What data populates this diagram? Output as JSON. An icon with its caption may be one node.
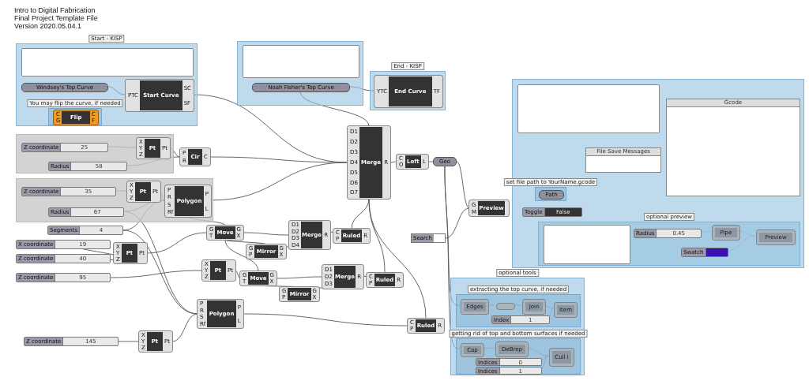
{
  "diagram": {
    "nodes": [
      {
        "text": [
          "Start - KISP"
        ]
      },
      {
        "text": [],
        "shape": "box",
        "in": 0
      },
      {
        "text": [
          "Windsey's Top Curve"
        ],
        "in": 0
      },
      {
        "text": [
          "PTC",
          "Start Curve",
          "SC",
          "SF"
        ],
        "in": 0
      },
      {
        "text": [
          "You may flip the curve, if needed"
        ],
        "in": 0
      },
      {
        "text": [
          "C",
          "G",
          "Flip",
          "C",
          "F"
        ],
        "in": 4
      },
      {
        "text": [],
        "shape": "box"
      },
      {
        "text": [],
        "shape": "box",
        "in": 6
      },
      {
        "text": [
          "Noah Fisher's Top Curve"
        ],
        "in": 6
      },
      {
        "text": [
          "End - KISP"
        ]
      },
      {
        "text": [
          "YTC",
          "End Curve",
          "TF"
        ],
        "in": 9
      },
      {
        "text": [],
        "shape": "box"
      },
      {
        "text": [
          "X",
          "Y",
          "Z",
          "Pt",
          "Pt"
        ],
        "in": 11
      },
      {
        "text": [
          "Z coordinate",
          "25"
        ],
        "in": 11
      },
      {
        "text": [
          "Radius",
          "58"
        ],
        "in": 11
      },
      {
        "text": [
          "P",
          "R",
          "Cir",
          "C"
        ]
      },
      {
        "text": [],
        "shape": "box"
      },
      {
        "text": [
          "X",
          "Y",
          "Z",
          "Pt",
          "Pt"
        ],
        "in": 16
      },
      {
        "text": [
          "Z coordinate",
          "35"
        ],
        "in": 16
      },
      {
        "text": [
          "Radius",
          "67"
        ],
        "in": 16
      },
      {
        "text": [
          "P",
          "R",
          "S",
          "Rf",
          "Polygon",
          "P",
          "L"
        ],
        "in": 16
      },
      {
        "text": [
          "Segments",
          "4"
        ]
      },
      {
        "text": [
          "X coordinate",
          "19"
        ]
      },
      {
        "text": [
          "Z coordinate",
          "40"
        ]
      },
      {
        "text": [
          "X",
          "Y",
          "Z",
          "Pt",
          "Pt"
        ]
      },
      {
        "text": [
          "Z coordinate",
          "95"
        ]
      },
      {
        "text": [
          "X",
          "Y",
          "Z",
          "Pt",
          "Pt"
        ]
      },
      {
        "text": [
          "P",
          "R",
          "S",
          "Rf",
          "Polygon",
          "P",
          "L"
        ]
      },
      {
        "text": [
          "Z coordinate",
          "145"
        ]
      },
      {
        "text": [
          "G",
          "T",
          "Move",
          "G",
          "X"
        ]
      },
      {
        "text": [
          "G",
          "P",
          "Mirror",
          "G",
          "X"
        ]
      },
      {
        "text": [
          "D1",
          "D2",
          "D3",
          "D4",
          "Merge",
          "R"
        ]
      },
      {
        "text": [
          "C",
          "P",
          "Ruled",
          "R"
        ]
      },
      {
        "text": [
          "G",
          "T",
          "Move",
          "G",
          "X"
        ]
      },
      {
        "text": [
          "X",
          "Y",
          "Z",
          "Pt",
          "Pt"
        ]
      },
      {
        "text": [
          "G",
          "P",
          "Mirror",
          "G",
          "X"
        ]
      },
      {
        "text": [
          "D1",
          "D2",
          "D3",
          "Merge",
          "R"
        ]
      },
      {
        "text": [
          "C",
          "P",
          "Ruled",
          "R"
        ]
      },
      {
        "text": [
          "C",
          "P",
          "Ruled",
          "R"
        ]
      },
      {
        "text": [
          "D1",
          "D2",
          "D3",
          "D4",
          "D5",
          "D6",
          "D7",
          "Merge",
          "R"
        ]
      },
      {
        "text": [
          "C",
          "O",
          "Loft",
          "L"
        ]
      },
      {
        "text": [
          "Geo"
        ]
      },
      {
        "text": [
          "Search"
        ]
      },
      {
        "text": [
          "G",
          "M",
          "Preview"
        ]
      },
      {
        "text": [
          "optional tools"
        ]
      },
      {
        "text": [
          "extracting the top curve, if needed"
        ],
        "in": 44
      },
      {
        "text": [
          "Edges"
        ],
        "in": 45
      },
      {
        "text": [],
        "shape": "bar",
        "in": 45
      },
      {
        "text": [
          "Join"
        ],
        "in": 45
      },
      {
        "text": [
          "Item"
        ],
        "in": 45
      },
      {
        "text": [
          "Index",
          "1"
        ],
        "in": 45
      },
      {
        "text": [
          "getting rid of top and bottom surfaces if needed"
        ],
        "in": 44
      },
      {
        "text": [
          "Cap"
        ],
        "in": 51
      },
      {
        "text": [
          "DeBrep"
        ],
        "in": 51
      },
      {
        "text": [
          "Cull i"
        ],
        "in": 51
      },
      {
        "text": [
          "Indices",
          "0"
        ],
        "in": 51
      },
      {
        "text": [
          "Indices",
          "1"
        ],
        "in": 51
      },
      {
        "text": [],
        "shape": "box"
      },
      {
        "text": [],
        "shape": "box",
        "in": 57
      },
      {
        "text": [
          "Gcode"
        ],
        "in": 57
      },
      {
        "text": [
          "File Save Messages"
        ],
        "in": 57
      },
      {
        "text": [
          "set file path to YourName.gcode"
        ],
        "in": 57
      },
      {
        "text": [
          "Path"
        ],
        "in": 61
      },
      {
        "text": [
          "Toggle",
          "False"
        ],
        "in": 57
      },
      {
        "text": [
          "optional preview"
        ],
        "in": 57
      },
      {
        "text": [],
        "shape": "box",
        "in": 64
      },
      {
        "text": [
          "Pipe"
        ],
        "in": 64
      },
      {
        "text": [
          "Radius",
          "0.45"
        ],
        "in": 64
      },
      {
        "text": [
          "Swatch"
        ],
        "in": 64
      },
      {
        "text": [
          "Preview"
        ],
        "in": 64
      }
    ],
    "edges": [
      {
        "from": 2,
        "to": 3,
        "arrow": "none"
      },
      {
        "from": 3,
        "to": 39,
        "arrow": "none"
      },
      {
        "from": 8,
        "to": 10,
        "arrow": "none"
      },
      {
        "from": 8,
        "to": 39,
        "arrow": "none"
      },
      {
        "from": 13,
        "to": 12,
        "arrow": "none"
      },
      {
        "from": 12,
        "to": 15,
        "arrow": "none"
      },
      {
        "from": 14,
        "to": 15,
        "arrow": "none"
      },
      {
        "from": 15,
        "to": 39,
        "arrow": "none"
      },
      {
        "from": 18,
        "to": 17,
        "arrow": "none"
      },
      {
        "from": 17,
        "to": 20,
        "arrow": "none"
      },
      {
        "from": 19,
        "to": 20,
        "arrow": "none"
      },
      {
        "from": 21,
        "to": 20,
        "arrow": "none"
      },
      {
        "from": 19,
        "to": 27,
        "arrow": "none"
      },
      {
        "from": 21,
        "to": 27,
        "arrow": "none"
      },
      {
        "from": 22,
        "to": 24,
        "arrow": "none"
      },
      {
        "from": 23,
        "to": 24,
        "arrow": "none"
      },
      {
        "from": 20,
        "to": 39,
        "arrow": "none"
      },
      {
        "from": 20,
        "to": 29,
        "arrow": "none"
      },
      {
        "from": 24,
        "to": 29,
        "arrow": "none"
      },
      {
        "from": 29,
        "to": 30,
        "arrow": "none"
      },
      {
        "from": 29,
        "to": 31,
        "arrow": "none"
      },
      {
        "from": 30,
        "to": 31,
        "arrow": "none"
      },
      {
        "from": 31,
        "to": 32,
        "arrow": "none"
      },
      {
        "from": 32,
        "to": 39,
        "arrow": "none"
      },
      {
        "from": 29,
        "to": 33,
        "arrow": "none"
      },
      {
        "from": 25,
        "to": 34,
        "arrow": "none"
      },
      {
        "from": 34,
        "to": 33,
        "arrow": "none"
      },
      {
        "from": 33,
        "to": 35,
        "arrow": "none"
      },
      {
        "from": 33,
        "to": 36,
        "arrow": "none"
      },
      {
        "from": 35,
        "to": 36,
        "arrow": "none"
      },
      {
        "from": 36,
        "to": 37,
        "arrow": "none"
      },
      {
        "from": 37,
        "to": 39,
        "arrow": "none"
      },
      {
        "from": 28,
        "to": 26,
        "arrow": "none"
      },
      {
        "from": 26,
        "to": 27,
        "arrow": "none"
      },
      {
        "from": 27,
        "to": 38,
        "arrow": "none"
      },
      {
        "from": 38,
        "to": 39,
        "arrow": "none"
      },
      {
        "from": 39,
        "to": 40,
        "arrow": "none"
      },
      {
        "from": 40,
        "to": 41,
        "arrow": "none"
      },
      {
        "from": 41,
        "to": 43,
        "arrow": "none"
      },
      {
        "from": 42,
        "to": 43,
        "arrow": "none"
      },
      {
        "from": 41,
        "to": 46,
        "arrow": "none"
      },
      {
        "from": 41,
        "to": 52,
        "arrow": "none"
      },
      {
        "from": 46,
        "to": 47,
        "arrow": "none",
        "color": "#e8643c"
      },
      {
        "from": 47,
        "to": 48,
        "arrow": "none",
        "color": "#e8643c"
      },
      {
        "from": 48,
        "to": 49,
        "arrow": "none",
        "color": "#e8643c"
      },
      {
        "from": 50,
        "to": 49,
        "arrow": "none",
        "color": "#e8643c"
      },
      {
        "from": 52,
        "to": 53,
        "arrow": "none",
        "color": "#e8643c"
      },
      {
        "from": 53,
        "to": 54,
        "arrow": "none",
        "color": "#e8643c"
      },
      {
        "from": 55,
        "to": 54,
        "arrow": "none",
        "color": "#e8643c"
      },
      {
        "from": 56,
        "to": 54,
        "arrow": "none",
        "color": "#e8643c"
      },
      {
        "from": 67,
        "to": 66,
        "arrow": "none",
        "color": "#e8643c"
      },
      {
        "from": 66,
        "to": 69,
        "arrow": "none",
        "color": "#e8643c"
      },
      {
        "from": 68,
        "to": 69,
        "arrow": "none",
        "color": "#e8643c"
      }
    ],
    "labels": [
      "Intro to Digital Fabrication",
      "Final Project Template File",
      "Version 2020.05.04.1"
    ]
  }
}
